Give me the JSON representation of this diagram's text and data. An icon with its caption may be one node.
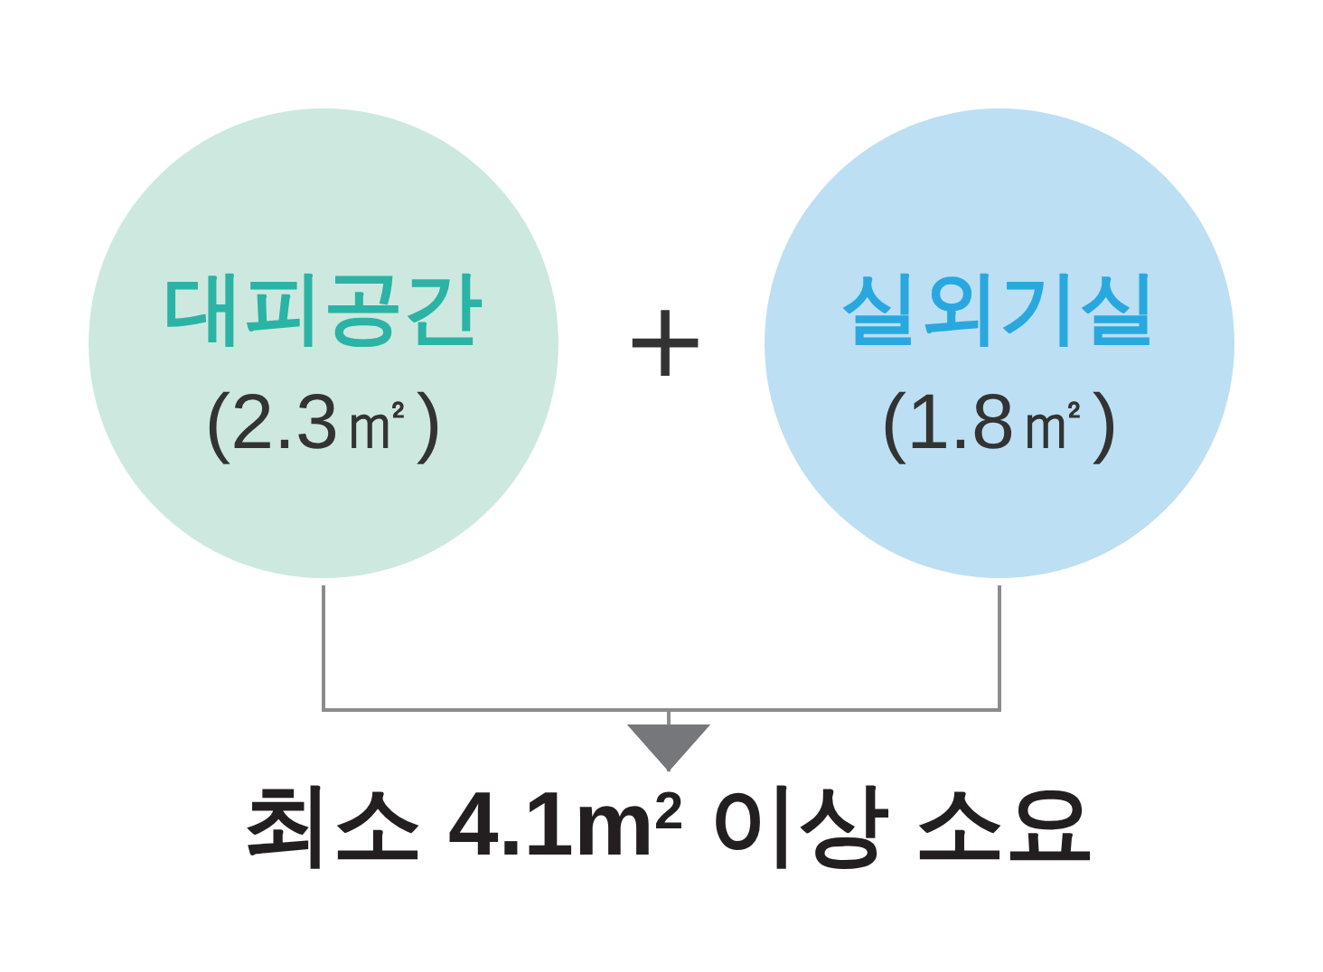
{
  "diagram": {
    "nodes": [
      {
        "text": [
          "대피공간",
          "(2.3㎡)"
        ]
      },
      {
        "text": [
          "실외기실",
          "(1.8㎡)"
        ]
      },
      {
        "text": [
          "최소 4.1m$^{2}$ 이상 소요"
        ]
      }
    ],
    "edges": [
      {
        "from": 0,
        "to": 2,
        "arrow": "to"
      },
      {
        "from": 1,
        "to": 2,
        "arrow": "to"
      }
    ],
    "labels": [
      "+"
    ]
  }
}
